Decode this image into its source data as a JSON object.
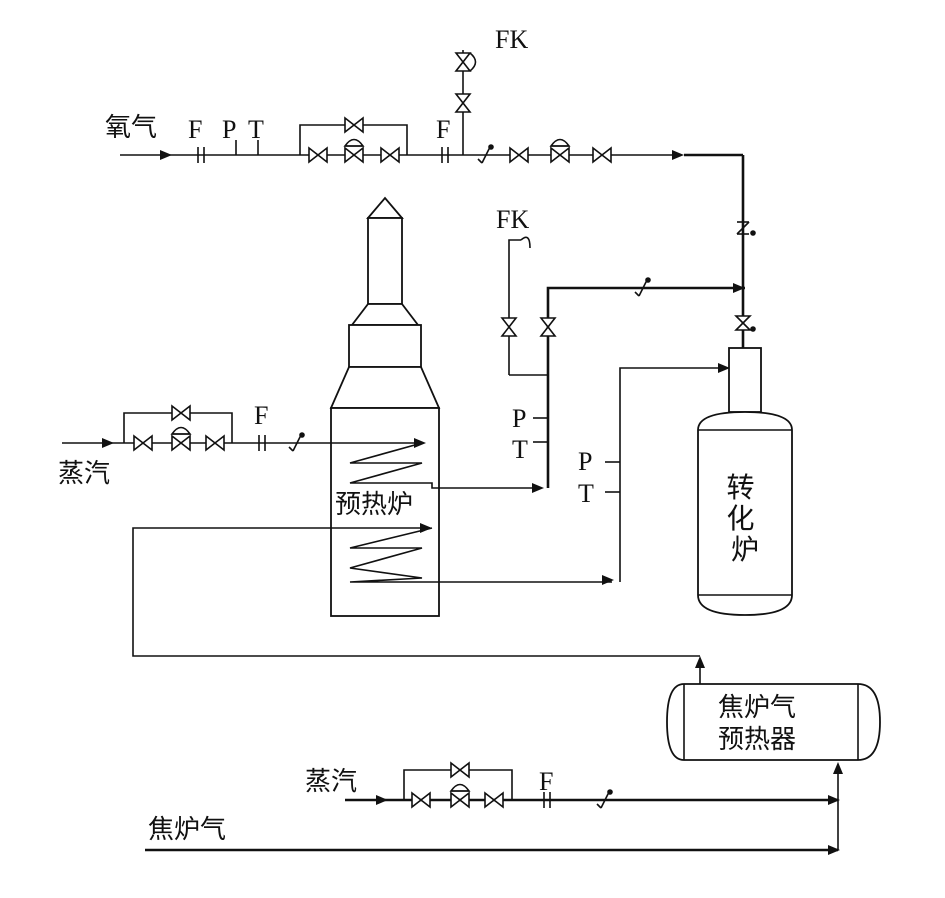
{
  "labels": {
    "oxygen": "氧气",
    "steam_left": "蒸汽",
    "steam_bottom": "蒸汽",
    "coke_gas": "焦炉气",
    "preheater_furnace": "预热炉",
    "converter": "转化炉",
    "coke_gas_preheater_line1": "焦炉气",
    "coke_gas_preheater_line2": "预热器",
    "fk_top": "FK",
    "fk_mid": "FK",
    "f_oxygen_1": "F",
    "p_oxygen": "P",
    "t_oxygen": "T",
    "f_oxygen_2": "F",
    "f_steam_left": "F",
    "f_steam_bottom": "F",
    "p_mid": "P",
    "t_mid": "T",
    "p_right": "P",
    "t_right": "T"
  }
}
